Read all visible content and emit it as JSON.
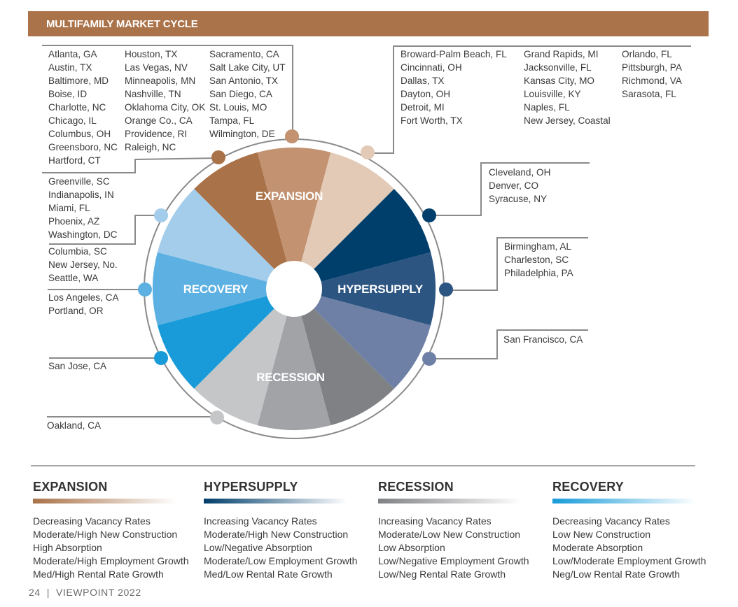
{
  "header": {
    "title": "MULTIFAMILY MARKET CYCLE"
  },
  "city_groups": {
    "expansion_top": [
      [
        "Atlanta, GA",
        "Austin, TX",
        "Baltimore, MD",
        "Boise, ID",
        "Charlotte, NC",
        "Chicago, IL",
        "Columbus, OH",
        "Greensboro, NC",
        "Hartford, CT"
      ],
      [
        "Houston, TX",
        "Las Vegas, NV",
        "Minneapolis, MN",
        "Nashville, TN",
        "Oklahoma City, OK",
        "Orange Co., CA",
        "Providence, RI",
        "Raleigh, NC"
      ],
      [
        "Sacramento, CA",
        "Salt Lake City, UT",
        "San Antonio, TX",
        "San Diego, CA",
        "St. Louis, MO",
        "Tampa, FL",
        "Wilmington, DE"
      ]
    ],
    "expansion_late": [
      [
        "Broward-Palm Beach, FL",
        "Cincinnati, OH",
        "Dallas, TX",
        "Dayton, OH",
        "Detroit, MI",
        "Fort Worth, TX"
      ],
      [
        "Grand Rapids, MI",
        "Jacksonville, FL",
        "Kansas City, MO",
        "Louisville, KY",
        "Naples, FL",
        "New Jersey, Coastal"
      ],
      [
        "Orlando, FL",
        "Pittsburgh, PA",
        "Richmond, VA",
        "Sarasota, FL"
      ]
    ],
    "hyper_early": [
      [
        "Cleveland, OH",
        "Denver, CO",
        "Syracuse, NY"
      ]
    ],
    "hyper_mid": [
      [
        "Birmingham, AL",
        "Charleston, SC",
        "Philadelphia, PA"
      ]
    ],
    "hyper_late": [
      [
        "San Francisco, CA"
      ]
    ],
    "recovery_late": [
      [
        "Greenville, SC",
        "Indianapolis, IN",
        "Miami, FL",
        "Phoenix, AZ",
        "Washington, DC"
      ]
    ],
    "recovery_mid_a": [
      [
        "Columbia, SC",
        "New Jersey, No.",
        "Seattle, WA"
      ]
    ],
    "recovery_mid_b": [
      [
        "Los Angeles, CA",
        "Portland, OR"
      ]
    ],
    "recovery_early": [
      [
        "San Jose, CA"
      ]
    ],
    "recession_late": [
      [
        "Oakland, CA"
      ]
    ]
  },
  "wheel": {
    "labels": {
      "expansion": "EXPANSION",
      "hypersupply": "HYPERSUPPLY",
      "recession": "RECESSION",
      "recovery": "RECOVERY"
    },
    "segment_colors": [
      "#a97249",
      "#c29271",
      "#e3cab6",
      "#003e6b",
      "#2c5582",
      "#6f80a6",
      "#808184",
      "#a2a3a7",
      "#c5c6c8",
      "#189bd8",
      "#5cb0e2",
      "#a3cdea"
    ],
    "ring_color": "#8a8a8d"
  },
  "phases": [
    {
      "name": "EXPANSION",
      "color": "#a97249",
      "items": [
        "Decreasing Vacancy Rates",
        "Moderate/High New Construction",
        "High Absorption",
        "Moderate/High Employment Growth",
        "Med/High Rental Rate Growth"
      ]
    },
    {
      "name": "HYPERSUPPLY",
      "color": "#003e6b",
      "items": [
        "Increasing Vacancy Rates",
        "Moderate/High New Construction",
        "Low/Negative Absorption",
        "Moderate/Low Employment Growth",
        "Med/Low Rental Rate Growth"
      ]
    },
    {
      "name": "RECESSION",
      "color": "#808184",
      "items": [
        "Increasing Vacancy Rates",
        "Moderate/Low New Construction",
        "Low Absorption",
        "Low/Negative Employment Growth",
        "Low/Neg Rental Rate Growth"
      ]
    },
    {
      "name": "RECOVERY",
      "color": "#189bd8",
      "items": [
        "Decreasing Vacancy Rates",
        "Low New Construction",
        "Moderate Absorption",
        "Low/Moderate Employment Growth",
        "Neg/Low Rental Rate Growth"
      ]
    }
  ],
  "footer": {
    "text": "24  |  VIEWPOINT 2022"
  }
}
